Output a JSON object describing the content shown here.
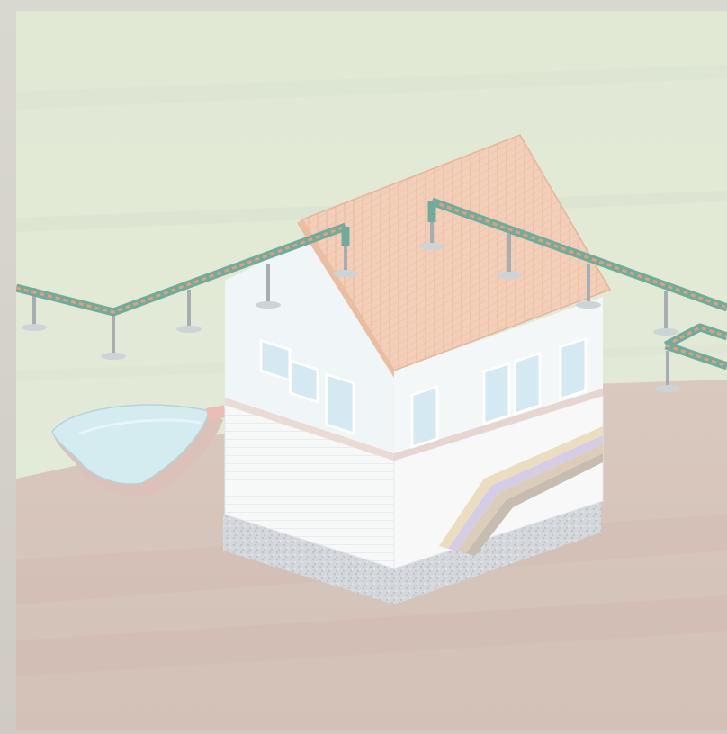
{
  "illustration": {
    "subject": "house-with-ground-pipeline",
    "palette": {
      "sky_grass": "#dfe8d2",
      "soil": "#cfb9ad",
      "roof": "#f2c9b0",
      "wall": "#f4f7f8",
      "window": "#cfe6ef",
      "gravel": "#c9ccd1",
      "pipe_outer": "#5fa08f",
      "pipe_inner": "#e0936c",
      "pool_water": "#cfe9ee",
      "insulation_layers": [
        "#e7d9b8",
        "#cfc6e2",
        "#d8c7b1",
        "#bfb4a5"
      ]
    },
    "layers": [
      "ground-plane",
      "soil",
      "pool",
      "pipeline",
      "house",
      "foundation",
      "wall-section-cutaway"
    ]
  }
}
